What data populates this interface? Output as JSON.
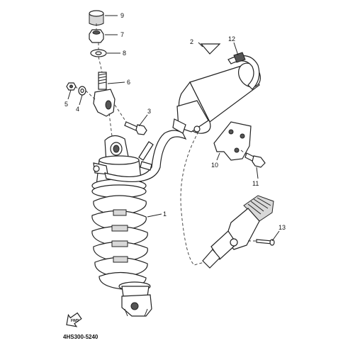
{
  "diagram": {
    "code": "4HS300-5240",
    "fwd_label": "FWD",
    "callouts": [
      {
        "id": "1",
        "label": "1"
      },
      {
        "id": "2",
        "label": "2"
      },
      {
        "id": "3",
        "label": "3"
      },
      {
        "id": "4",
        "label": "4"
      },
      {
        "id": "5",
        "label": "5"
      },
      {
        "id": "6",
        "label": "6"
      },
      {
        "id": "7",
        "label": "7"
      },
      {
        "id": "8",
        "label": "8"
      },
      {
        "id": "9",
        "label": "9"
      },
      {
        "id": "10",
        "label": "10"
      },
      {
        "id": "11",
        "label": "11"
      },
      {
        "id": "12",
        "label": "12"
      },
      {
        "id": "13",
        "label": "13"
      }
    ]
  }
}
